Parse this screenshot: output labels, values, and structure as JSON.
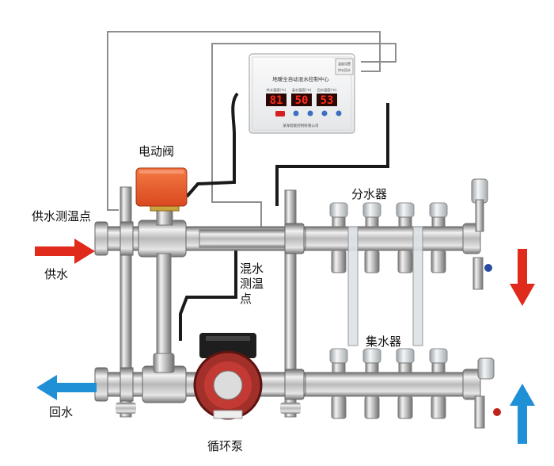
{
  "labels": {
    "supply_sensor": "供水测温点",
    "supply": "供水",
    "return": "回水",
    "electric_valve": "电动阀",
    "mixing_sensor": "混水测温点",
    "distributor": "分水器",
    "collector": "集水器",
    "pump": "循环泵"
  },
  "controller": {
    "title": "地暖全自动混水控制中心",
    "readout_labels": [
      "供水温度(℃)",
      "混水温度(℃)",
      "回水温度(℃)"
    ],
    "readouts": [
      "81",
      "50",
      "53"
    ],
    "side_labels": [
      "温度设置",
      "供水回水"
    ],
    "footer": "某某智能控制有限公司"
  },
  "colors": {
    "supply_arrow": "#e02a1c",
    "return_arrow": "#1f8fd6",
    "actuator": "#e8542a",
    "pump": "#b0322a",
    "display_digits": "#ff2a1a",
    "display_bg": "#2a0806"
  }
}
